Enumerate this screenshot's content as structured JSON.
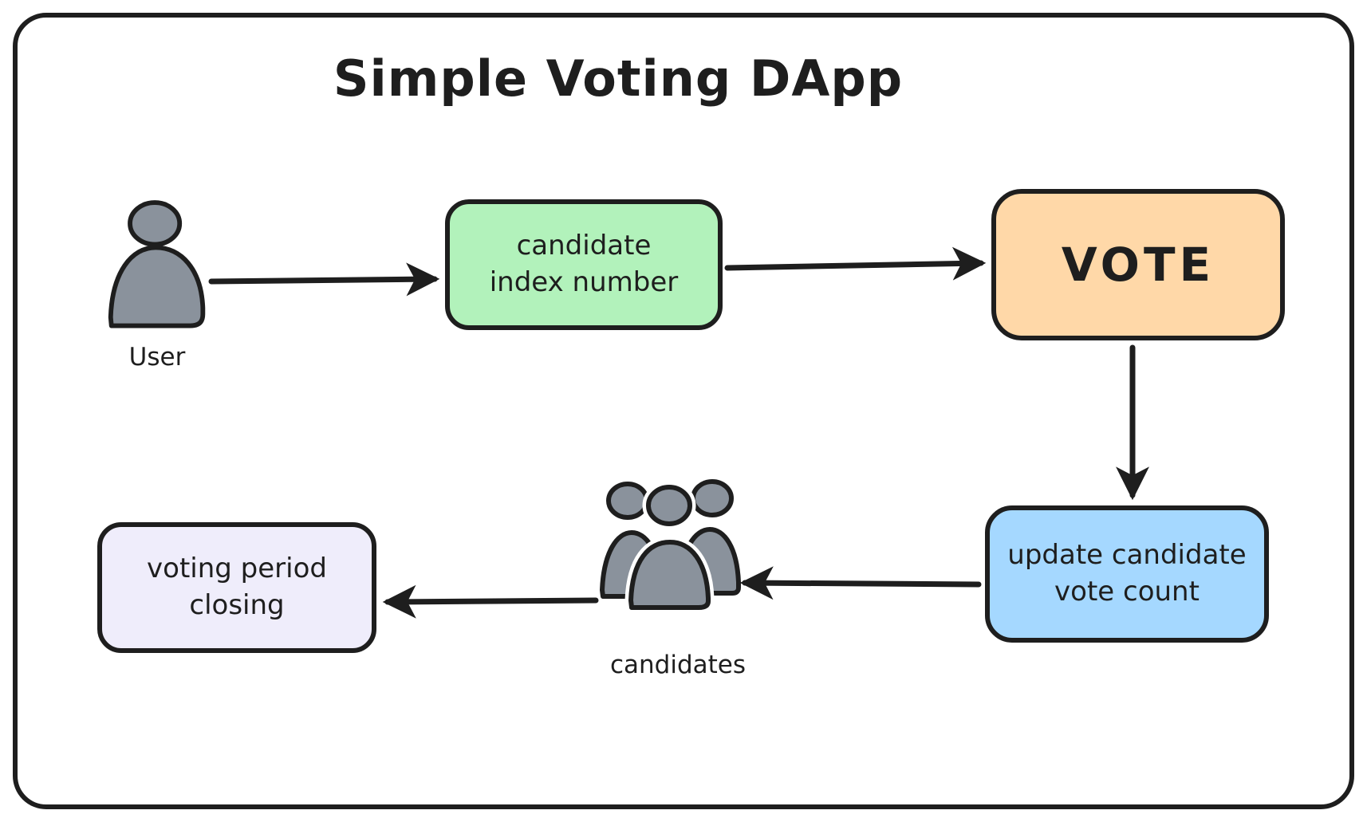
{
  "title": "Simple Voting DApp",
  "colors": {
    "stroke": "#1e1e1e",
    "canvas_background": "#ffffff",
    "node_green": "#b2f2bb",
    "node_orange": "#ffd8a8",
    "node_blue": "#a5d8ff",
    "node_lavender": "#efedfb",
    "figure_gray": "#8a929c"
  },
  "actors": {
    "user": {
      "label": "User"
    },
    "candidates": {
      "label": "candidates"
    }
  },
  "nodes": {
    "candidate_index": {
      "label": "candidate\nindex number",
      "fill": "#b2f2bb"
    },
    "vote": {
      "label": "VOTE",
      "fill": "#ffd8a8"
    },
    "update_count": {
      "label": "update candidate\nvote count",
      "fill": "#a5d8ff"
    },
    "voting_period": {
      "label": "voting period\nclosing",
      "fill": "#efedfb"
    }
  },
  "edges": [
    {
      "from": "user",
      "to": "candidate_index"
    },
    {
      "from": "candidate_index",
      "to": "vote"
    },
    {
      "from": "vote",
      "to": "update_count"
    },
    {
      "from": "update_count",
      "to": "candidates"
    },
    {
      "from": "candidates",
      "to": "voting_period"
    }
  ]
}
